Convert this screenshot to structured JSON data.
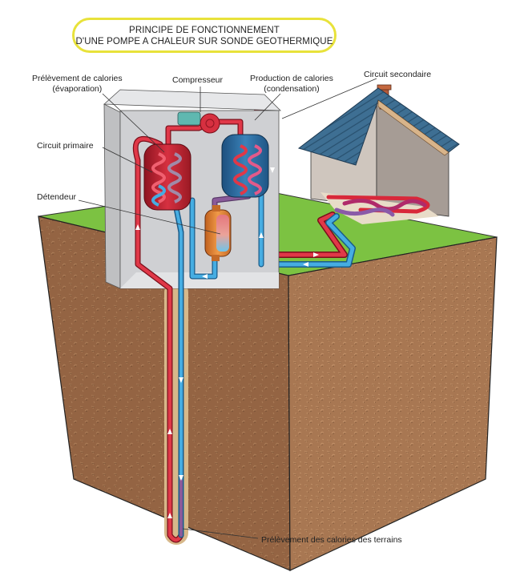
{
  "title": {
    "line1": "PRINCIPE DE FONCTIONNEMENT",
    "line2": "D'UNE POMPE A CHALEUR SUR SONDE GEOTHERMIQUE"
  },
  "labels": {
    "evaporation_line1": "Prélèvement de calories",
    "evaporation_line2": "(évaporation)",
    "compressor": "Compresseur",
    "condensation_line1": "Production de calories",
    "condensation_line2": "(condensation)",
    "secondary_circuit": "Circuit secondaire",
    "primary_circuit": "Circuit primaire",
    "expansion_valve": "Détendeur",
    "ground_heat": "Prélèvement des calories des terrains"
  },
  "colors": {
    "title_border": "#e8e23a",
    "hot_pipe": "#d8283a",
    "cold_pipe": "#3aa6dc",
    "mixed_pipe": "#8a5a9a",
    "grass": "#7cc242",
    "soil": "#a87752",
    "soil_dark": "#8e6040",
    "housing": "#d6d7d9",
    "roof": "#3d6d90",
    "chimney": "#b35a3a",
    "house_wall": "#c9c0b8"
  }
}
